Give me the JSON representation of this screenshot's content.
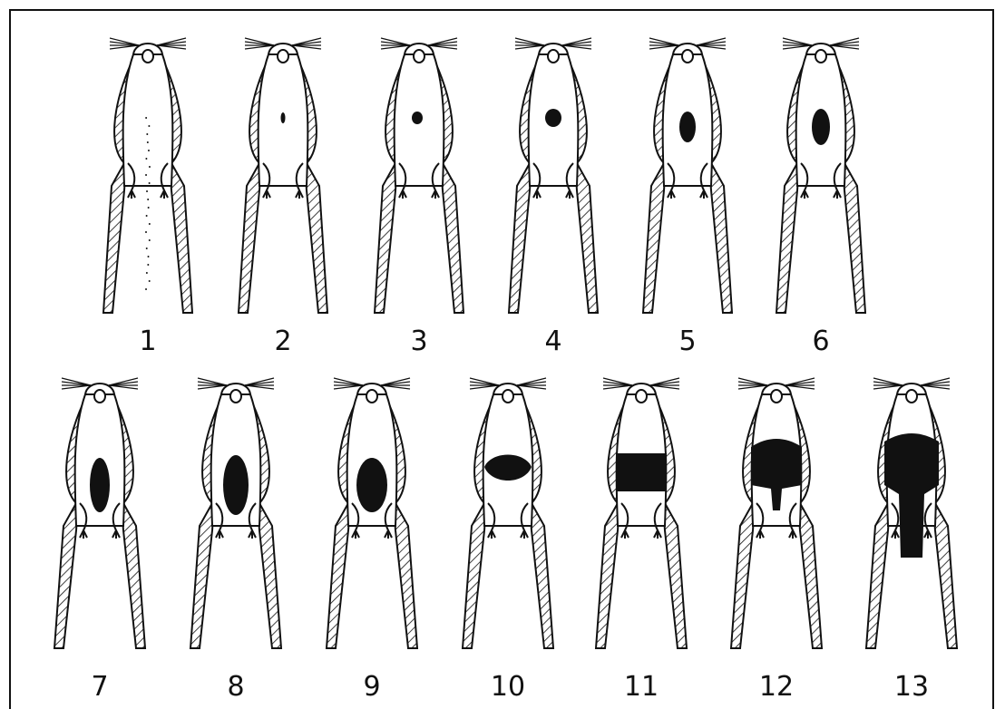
{
  "figure": {
    "panels": [
      {
        "label": "1",
        "mark": "dots"
      },
      {
        "label": "2",
        "mark": "tiny"
      },
      {
        "label": "3",
        "mark": "small"
      },
      {
        "label": "4",
        "mark": "oval"
      },
      {
        "label": "5",
        "mark": "oval"
      },
      {
        "label": "6",
        "mark": "oval"
      },
      {
        "label": "7",
        "mark": "oval"
      },
      {
        "label": "8",
        "mark": "oval"
      },
      {
        "label": "9",
        "mark": "oval"
      },
      {
        "label": "10",
        "mark": "band-blob"
      },
      {
        "label": "11",
        "mark": "band"
      },
      {
        "label": "12",
        "mark": "band-tail"
      },
      {
        "label": "13",
        "mark": "wide-tail"
      }
    ],
    "colors": {
      "ink": "#111111",
      "paper": "#ffffff"
    }
  }
}
